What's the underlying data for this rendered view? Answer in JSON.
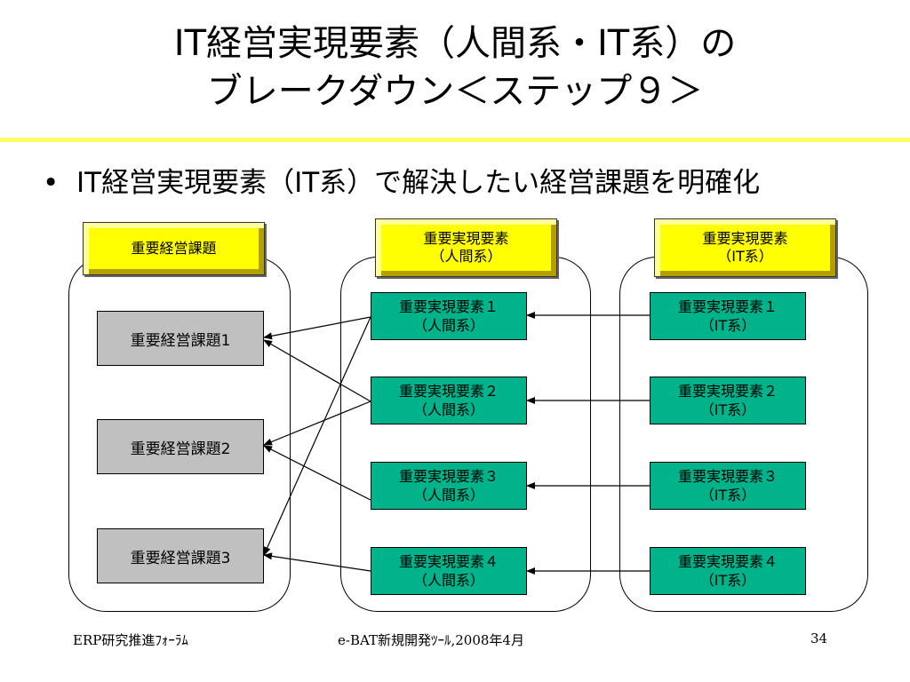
{
  "slide": {
    "title_line1": "IT経営実現要素（人間系・IT系）の",
    "title_line2": "ブレークダウン＜ステップ９＞",
    "bullet_symbol": "•",
    "bullet_text": "IT経営実現要素（IT系）で解決したい経営課題を明確化"
  },
  "diagram": {
    "headers": {
      "issues": "重要経営課題",
      "human_line1": "重要実現要素",
      "human_line2": "（人間系）",
      "it_line1": "重要実現要素",
      "it_line2": "（IT系）"
    },
    "issues": [
      "重要経営課題1",
      "重要経営課題2",
      "重要経営課題3"
    ],
    "human": [
      {
        "line1": "重要実現要素１",
        "line2": "（人間系）"
      },
      {
        "line1": "重要実現要素２",
        "line2": "（人間系）"
      },
      {
        "line1": "重要実現要素３",
        "line2": "（人間系）"
      },
      {
        "line1": "重要実現要素４",
        "line2": "（人間系）"
      }
    ],
    "it": [
      {
        "line1": "重要実現要素１",
        "line2": "（IT系）"
      },
      {
        "line1": "重要実現要素２",
        "line2": "（IT系）"
      },
      {
        "line1": "重要実現要素３",
        "line2": "（IT系）"
      },
      {
        "line1": "重要実現要素４",
        "line2": "（IT系）"
      }
    ],
    "links_human_to_issue": [
      [
        1,
        1
      ],
      [
        1,
        3
      ],
      [
        2,
        1
      ],
      [
        2,
        2
      ],
      [
        3,
        2
      ],
      [
        4,
        3
      ]
    ],
    "links_it_to_human": [
      [
        1,
        1
      ],
      [
        2,
        2
      ],
      [
        3,
        3
      ],
      [
        4,
        4
      ]
    ]
  },
  "footer": {
    "left": "ERP研究推進ﾌｫｰﾗﾑ",
    "center": "e-BAT新規開発ﾂｰﾙ,2008年4月",
    "page": "34"
  },
  "colors": {
    "header_fill": "#ffff00",
    "issue_fill": "#c0c0c0",
    "element_fill": "#00b38a",
    "title_rule": "#ffff66"
  }
}
